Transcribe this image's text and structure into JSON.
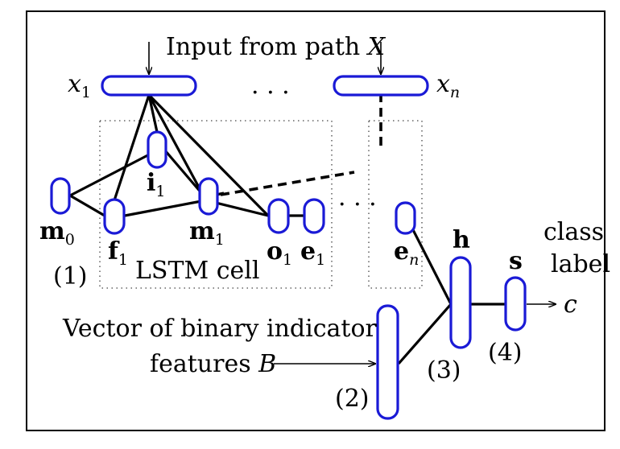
{
  "labels": {
    "title": "Input from path",
    "title_var": "X",
    "x1": "x",
    "x1_sub": "1",
    "xn": "x",
    "xn_sub": "n",
    "ellipsis_top": "· · ·",
    "ellipsis_mid": "· · ·",
    "i1": "i",
    "i1_sub": "1",
    "m0": "m",
    "m0_sub": "0",
    "f1": "f",
    "f1_sub": "1",
    "m1": "m",
    "m1_sub": "1",
    "o1": "o",
    "o1_sub": "1",
    "e1": "e",
    "e1_sub": "1",
    "en": "e",
    "en_sub": "n",
    "h": "h",
    "s": "s",
    "class_line1": "class",
    "class_line2": "label",
    "c": "c",
    "lstm": "LSTM cell",
    "n1": "(1)",
    "n2": "(2)",
    "n3": "(3)",
    "n4": "(4)",
    "vector_line1": "Vector of binary indicator",
    "vector_line2": "features",
    "vector_var": "B"
  },
  "colors": {
    "node_stroke": "#1a1ad6",
    "edge": "#000000"
  }
}
